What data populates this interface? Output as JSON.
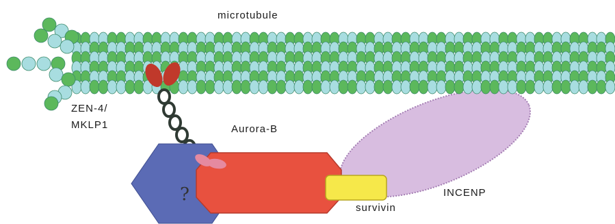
{
  "labels": {
    "microtubule": "microtubule",
    "zen4_line1": "ZEN-4/",
    "zen4_line2": "MKLP1",
    "aurora": "Aurora-B",
    "incenp": "INCENP",
    "survivin": "survivin",
    "unknown": "?"
  },
  "colors": {
    "tubulin_green": "#5cb85c",
    "tubulin_light": "#a8dde0",
    "tubulin_stroke": "#3c8a6a",
    "unknown_blue": "#5b6bb5",
    "aurora_red": "#e8513f",
    "incenp_lilac": "#d8bde0",
    "survivin_yellow": "#f6e84a",
    "motor_red": "#c0392b",
    "motor_pink": "#e58aa0"
  }
}
